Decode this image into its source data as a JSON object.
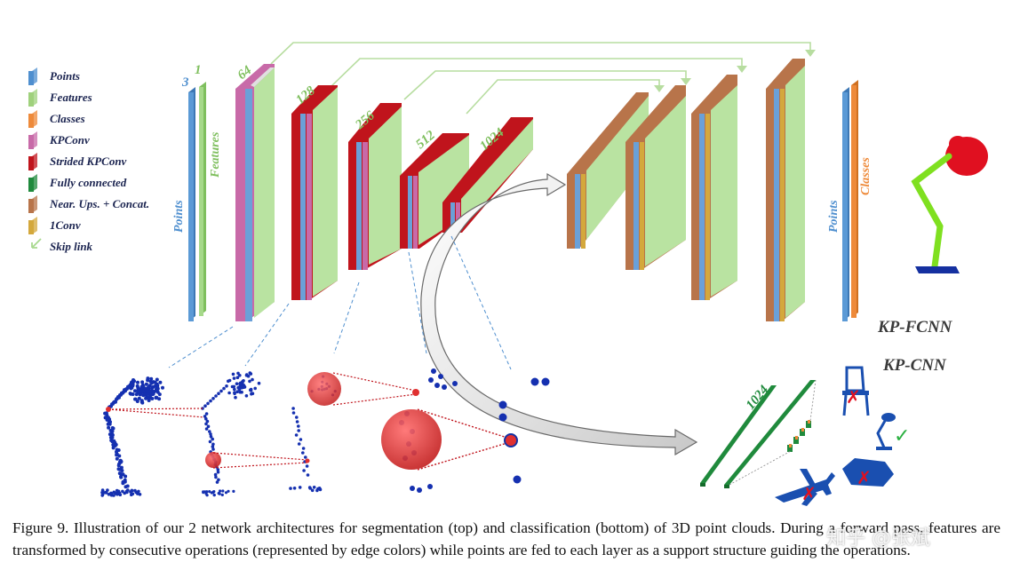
{
  "legend": [
    {
      "label": "Points",
      "color": "#4f8fcf"
    },
    {
      "label": "Features",
      "color": "#9fd17c"
    },
    {
      "label": "Classes",
      "color": "#ee8a3a"
    },
    {
      "label": "KPConv",
      "color": "#c86aa8"
    },
    {
      "label": "Strided KPConv",
      "color": "#c0141c"
    },
    {
      "label": "Fully connected",
      "color": "#1f8a3c"
    },
    {
      "label": "Near. Ups. + Concat.",
      "color": "#b8744a"
    },
    {
      "label": "1Conv",
      "color": "#d4a83c"
    },
    {
      "label": "Skip link",
      "color": "#a9d98f"
    }
  ],
  "encoder": {
    "points_label": "Points",
    "features_label": "Features",
    "points_dim": "3",
    "features_dim": "1",
    "stages": [
      "64",
      "128",
      "256",
      "512",
      "1024"
    ]
  },
  "decoder": {
    "points_label": "Points",
    "classes_label": "Classes"
  },
  "networks": {
    "segmentation": "KP-FCNN",
    "classification": "KP-CNN"
  },
  "classifier": {
    "fc_dim": "1024"
  },
  "caption": "Figure 9. Illustration of our 2 network architectures for segmentation (top) and classification (bottom) of 3D point clouds. During a forward pass, features are transformed by consecutive operations (represented by edge colors) while points are fed to each layer as a support structure guiding the operations.",
  "watermark": "知乎 @张斌"
}
